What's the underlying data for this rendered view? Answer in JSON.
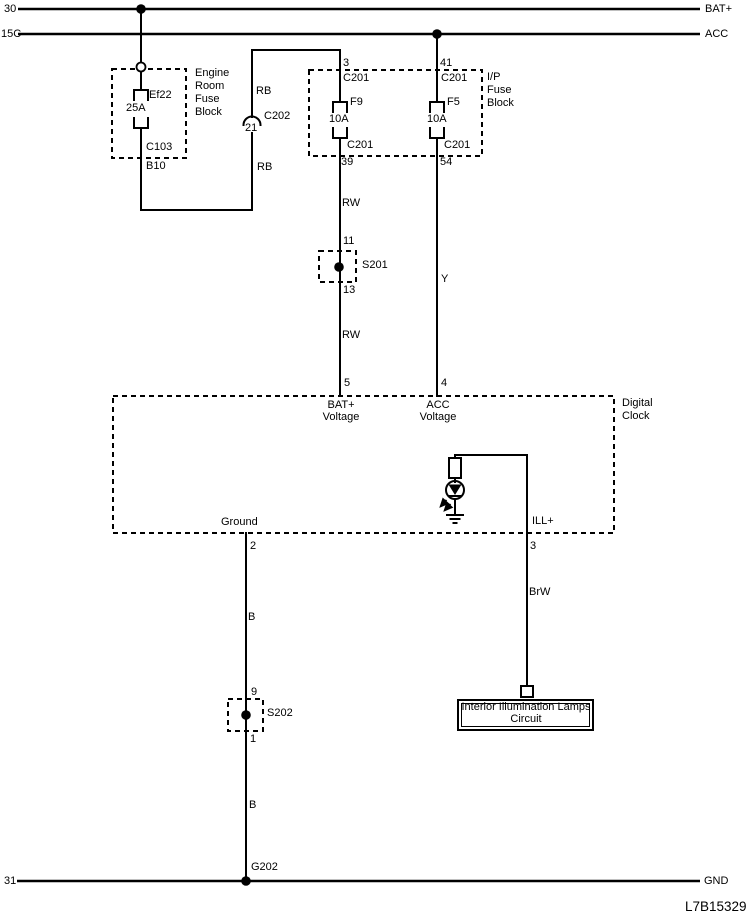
{
  "diagram": {
    "doc_number": "L7B15329",
    "rails": {
      "bat_left": "30",
      "bat_right": "BAT+",
      "acc_left": "15C",
      "acc_right": "ACC",
      "gnd_left": "31",
      "gnd_right": "GND"
    },
    "engine_room_fuse_block": {
      "title": [
        "Engine",
        "Room",
        "Fuse",
        "Block"
      ],
      "fuse_name": "Ef22",
      "fuse_rating": "25A",
      "connector": "C103",
      "pin": "B10"
    },
    "c202_connector": {
      "name": "C202",
      "pin": "21",
      "wire_color_above": "RB",
      "wire_color_below": "RB"
    },
    "ip_fuse_block": {
      "title": [
        "I/P",
        "Fuse",
        "Block"
      ],
      "left_pin_top": "3",
      "left_conn_top": "C201",
      "right_pin_top": "41",
      "right_conn_top": "C201",
      "fuse1_name": "F9",
      "fuse1_rating": "10A",
      "fuse2_name": "F5",
      "fuse2_rating": "10A",
      "left_conn_bottom": "C201",
      "left_pin_bottom": "39",
      "right_conn_bottom": "C201",
      "right_pin_bottom": "54"
    },
    "s201_splice": {
      "name": "S201",
      "pin_top": "11",
      "pin_bottom": "13",
      "wire_color_above": "RW",
      "wire_color_below": "RW"
    },
    "acc_wire_color": "Y",
    "digital_clock": {
      "title": [
        "Digital",
        "Clock"
      ],
      "pin5": "5",
      "pin5_label": [
        "BAT+",
        "Voltage"
      ],
      "pin4": "4",
      "pin4_label": [
        "ACC",
        "Voltage"
      ],
      "ground_label": "Ground",
      "pin2": "2",
      "ill_label": "ILL+",
      "pin3": "3"
    },
    "s202_splice": {
      "name": "S202",
      "pin_top": "9",
      "pin_bottom": "1",
      "wire_color_above": "B",
      "wire_color_below": "B"
    },
    "ill_wire_color": "BrW",
    "ground_ref": "G202",
    "illumination_box": {
      "title": [
        "Interior Illumination Lamps",
        "Circuit"
      ]
    },
    "colors": {
      "line": "#000000",
      "background": "#ffffff"
    }
  }
}
